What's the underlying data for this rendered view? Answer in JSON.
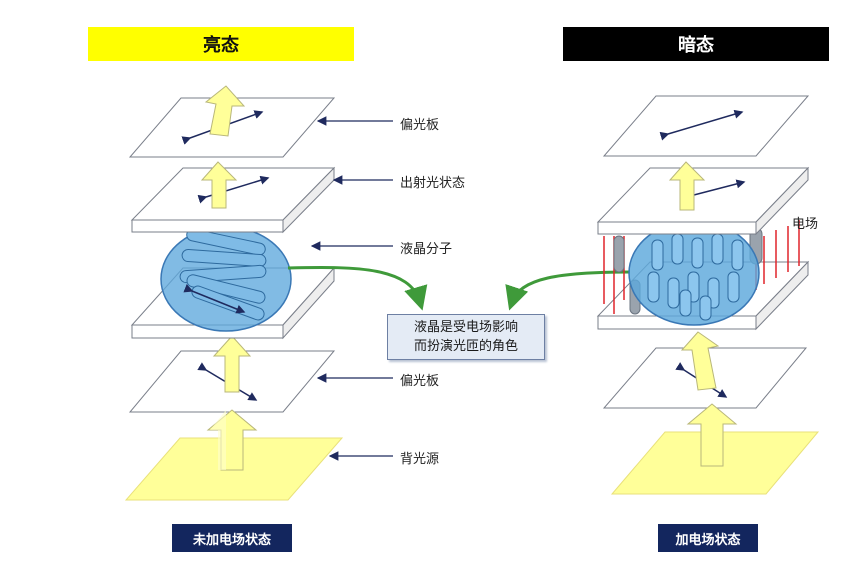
{
  "titles": {
    "left": "亮态",
    "right": "暗态"
  },
  "labels": {
    "polarizer_top": "偏光板",
    "output_light_state": "出射光状态",
    "lc_molecule": "液晶分子",
    "polarizer_bottom": "偏光板",
    "backlight": "背光源",
    "electric_field": "电场"
  },
  "note": {
    "line1": "液晶是受电场影响",
    "line2": "而扮演光匝的角色"
  },
  "states": {
    "left": "未加电场状态",
    "right": "加电场状态"
  },
  "colors": {
    "bright_yellow": "#ffff00",
    "dark_black": "#000000",
    "arrow_fill": "#ffff99",
    "lc_blue": "#5da8dc",
    "field_line": "#e0242a",
    "connector_green": "#3f9a3a",
    "navy": "#13265e"
  }
}
